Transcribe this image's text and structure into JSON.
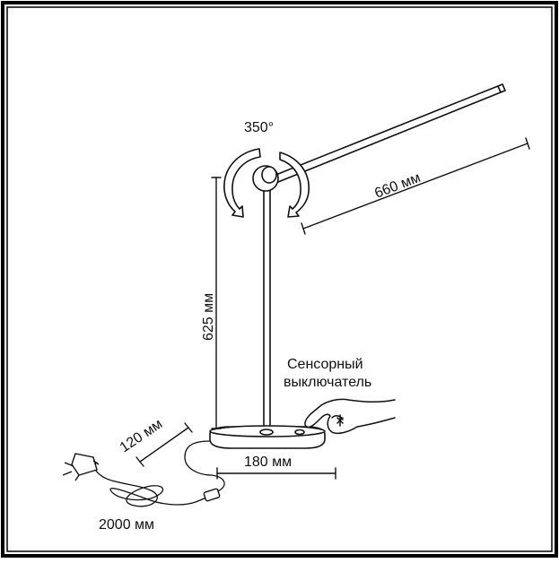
{
  "labels": {
    "rotation": "350°",
    "arm_length": "660 мм",
    "height": "625 мм",
    "base_depth": "120 мм",
    "base_width": "180 мм",
    "cable_length": "2000 мм",
    "switch_line1": "Сенсорный",
    "switch_line2": "выключатель"
  },
  "colors": {
    "line": "#111111",
    "frame": "#000000",
    "background": "#ffffff"
  }
}
